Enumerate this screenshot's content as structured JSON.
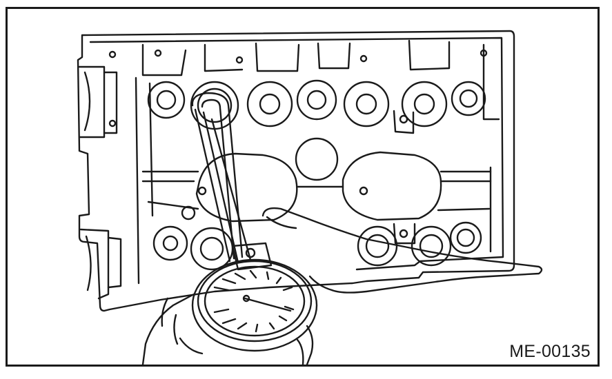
{
  "figure": {
    "code": "ME-00135"
  },
  "illustration": {
    "parts": [
      "cylinder-head",
      "valve-guide-bore",
      "dial-bore-gauge",
      "hand"
    ]
  },
  "colors": {
    "line": "#1a1a1a",
    "background": "#ffffff"
  }
}
